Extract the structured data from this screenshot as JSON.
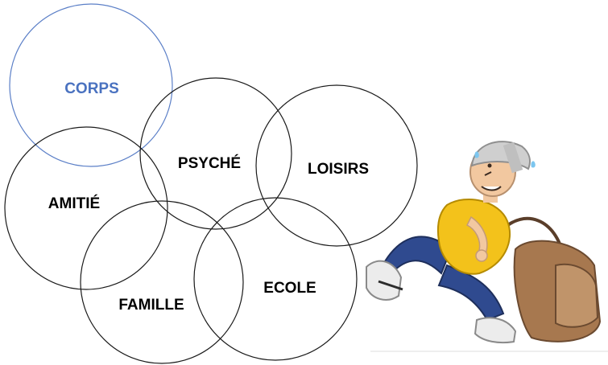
{
  "diagram": {
    "circles": [
      {
        "id": "corps",
        "label": "CORPS",
        "stroke": "#5b7fc7",
        "text_color": "#4a72c0"
      },
      {
        "id": "psyche",
        "label": "PSYCHÉ",
        "stroke": "#1a1a1a",
        "text_color": "#000000"
      },
      {
        "id": "loisirs",
        "label": "LOISIRS",
        "stroke": "#1a1a1a",
        "text_color": "#000000"
      },
      {
        "id": "amitie",
        "label": "AMITIÉ",
        "stroke": "#1a1a1a",
        "text_color": "#000000"
      },
      {
        "id": "famille",
        "label": "FAMILLE",
        "stroke": "#1a1a1a",
        "text_color": "#000000"
      },
      {
        "id": "ecole",
        "label": "ECOLE",
        "stroke": "#1a1a1a",
        "text_color": "#000000"
      }
    ]
  },
  "illustration": {
    "subject": "cartoon teenager running while carrying a heavy backpack",
    "colors": {
      "cap": "#cfcfcf",
      "skin": "#f2c8a0",
      "shirt": "#f3c21b",
      "jeans": "#2f4a8f",
      "shoes": "#ececec",
      "backpack": "#a7784f"
    }
  }
}
